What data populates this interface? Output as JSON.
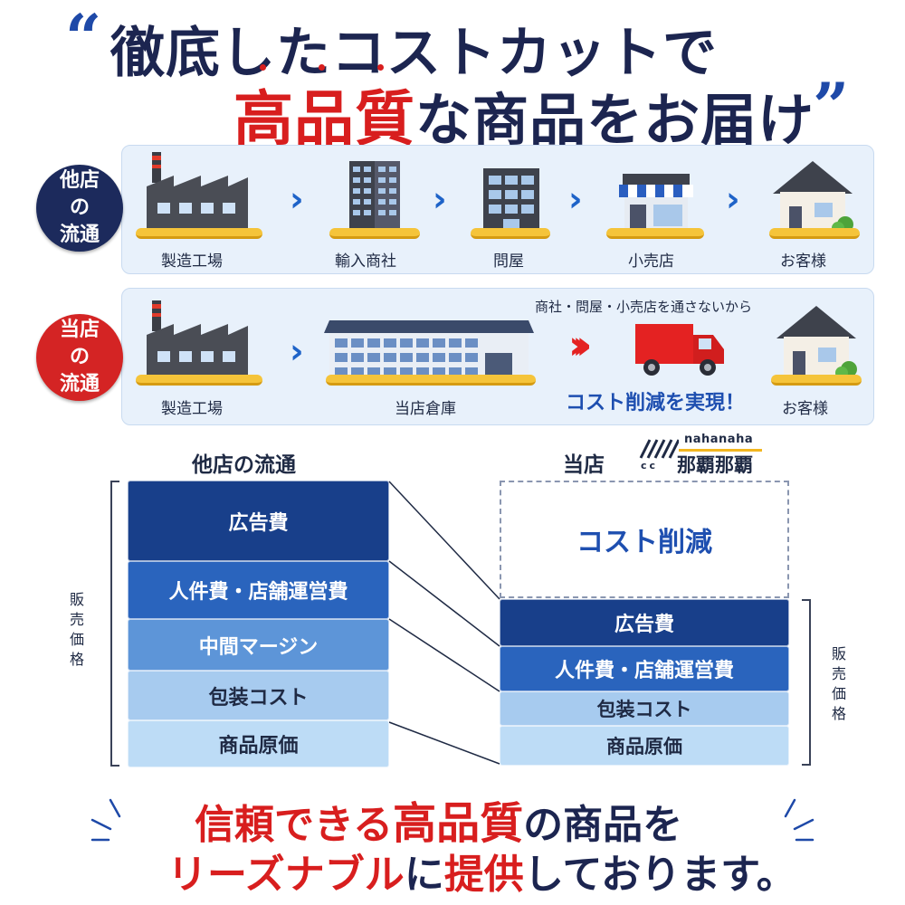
{
  "headline": {
    "line1": "徹底したコストカットで",
    "line2_red": "高品質",
    "line2_navy": "な商品をお届け",
    "quote_open": "“",
    "quote_close": "”"
  },
  "flow_other": {
    "badge": "他店の流通",
    "steps": [
      "製造工場",
      "輸入商社",
      "問屋",
      "小売店",
      "お客様"
    ]
  },
  "flow_ours": {
    "badge": "当店の流通",
    "steps": [
      "製造工場",
      "当店倉庫",
      "お客様"
    ],
    "note": "商社・問屋・小売店を通さないから",
    "highlight": "コスト削減を実現！"
  },
  "comparison": {
    "left_title": "他店の流通",
    "right_title": "当店",
    "side_label": "販売価格",
    "cost_reduction": "コスト削減",
    "left_bars": [
      "広告費",
      "人件費・店舗運営費",
      "中間マージン",
      "包装コスト",
      "商品原価"
    ],
    "right_bars": [
      "広告費",
      "人件費・店舗運営費",
      "包装コスト",
      "商品原価"
    ],
    "logo_small": "nahanaha",
    "logo_main": "那覇那覇",
    "logo_cc": "cc"
  },
  "footer": {
    "l1_red": "信頼できる",
    "l1_red_big": "高品質",
    "l1_navy": "の商品を",
    "l2_red": "リーズナブル",
    "l2_navy_a": "に",
    "l2_red_b": "提供",
    "l2_navy_c": "しております。"
  },
  "colors": {
    "navy": "#1c2550",
    "red": "#d81e1e",
    "accent_blue": "#1e63c8",
    "bar_dark": "#183f8a",
    "bar_mid": "#2a64bd",
    "bar_light": "#5d95d8",
    "bar_pale": "#a7cbef",
    "bar_palest": "#bddcf6"
  }
}
